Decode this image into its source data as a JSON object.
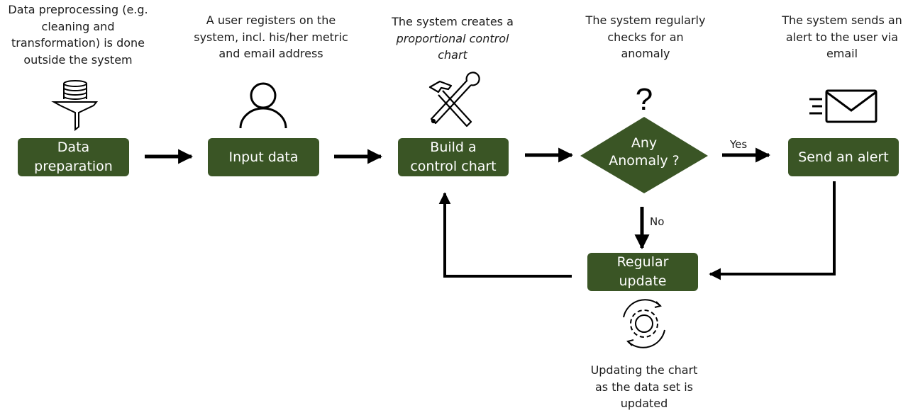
{
  "captions": {
    "prep": [
      "Data preprocessing (e.g.",
      "cleaning and",
      "transformation) is done",
      "outside the system"
    ],
    "input": [
      "A user registers on the",
      "system, incl. his/her metric",
      "and email address"
    ],
    "build": [
      "The system creates a",
      "proportional control",
      "chart"
    ],
    "check": [
      "The system regularly",
      "checks for an",
      "anomaly"
    ],
    "alert": [
      "The system sends an",
      "alert to the user via",
      "email"
    ],
    "update": [
      "Updating the chart",
      "as the data set is",
      "updated"
    ]
  },
  "nodes": {
    "prep": [
      "Data",
      "preparation"
    ],
    "input": [
      "Input data"
    ],
    "build": [
      "Build a",
      "control chart"
    ],
    "decision": [
      "Any",
      "Anomaly ?"
    ],
    "alert": [
      "Send an alert"
    ],
    "update": [
      "Regular",
      "update"
    ]
  },
  "edges": {
    "yes": "Yes",
    "no": "No"
  },
  "icons": {
    "prep": "database-funnel-icon",
    "input": "user-icon",
    "build": "hammer-wrench-icon",
    "check": "question-mark-icon",
    "alert": "email-envelope-icon",
    "update": "gear-refresh-icon"
  },
  "colors": {
    "node_fill": "#3a5525",
    "node_text": "#ffffff",
    "arrow": "#000000"
  }
}
